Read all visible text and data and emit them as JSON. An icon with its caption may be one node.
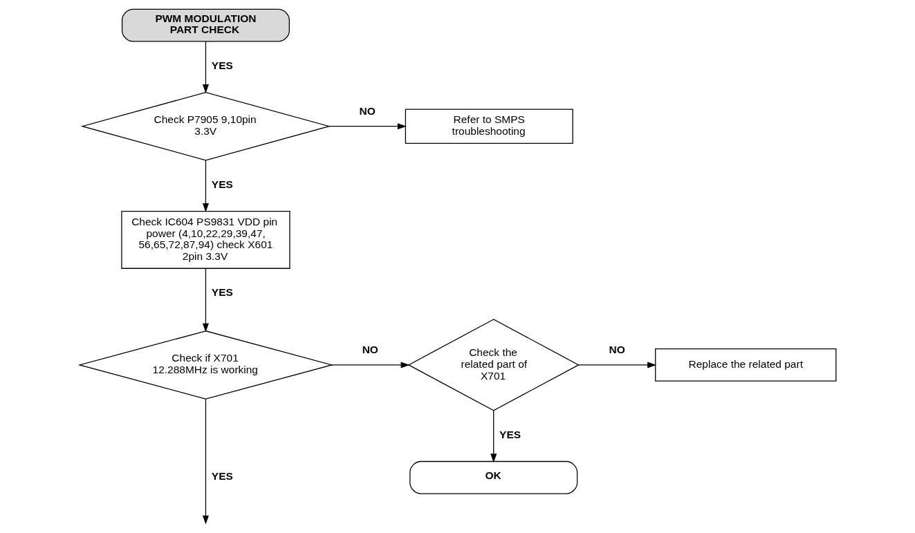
{
  "diagram": {
    "nodes": [
      {
        "text": [
          "PWM MODULATION PART CHECK"
        ]
      },
      {
        "text": [
          "Check P7905 9,10pin 3.3V"
        ]
      },
      {
        "text": [
          "Refer to SMPS troubleshooting"
        ]
      },
      {
        "text": [
          "Check IC604 PS9831 VDD pin power (4,10,22,29,39,47, 56,65,72,87,94) check X601 2pin 3.3V"
        ]
      },
      {
        "text": [
          "Check if X701 12.288MHz is working"
        ]
      },
      {
        "text": [
          "Check the related part of X701"
        ]
      },
      {
        "text": [
          "Replace the related part"
        ]
      },
      {
        "text": [
          "OK"
        ]
      }
    ],
    "edges": [
      {
        "from": 0,
        "to": 1,
        "arrow": "to",
        "label": "YES"
      },
      {
        "from": 1,
        "to": 2,
        "arrow": "to",
        "label": "NO"
      },
      {
        "from": 1,
        "to": 3,
        "arrow": "to",
        "label": "YES"
      },
      {
        "from": 3,
        "to": 4,
        "arrow": "to",
        "label": "YES"
      },
      {
        "from": 4,
        "to": 5,
        "arrow": "to",
        "label": "NO"
      },
      {
        "from": 5,
        "to": 6,
        "arrow": "to",
        "label": "NO"
      },
      {
        "from": 5,
        "to": 7,
        "arrow": "to",
        "label": "YES"
      },
      {
        "from": 4,
        "to": null,
        "arrow": "to",
        "label": "YES"
      }
    ]
  }
}
